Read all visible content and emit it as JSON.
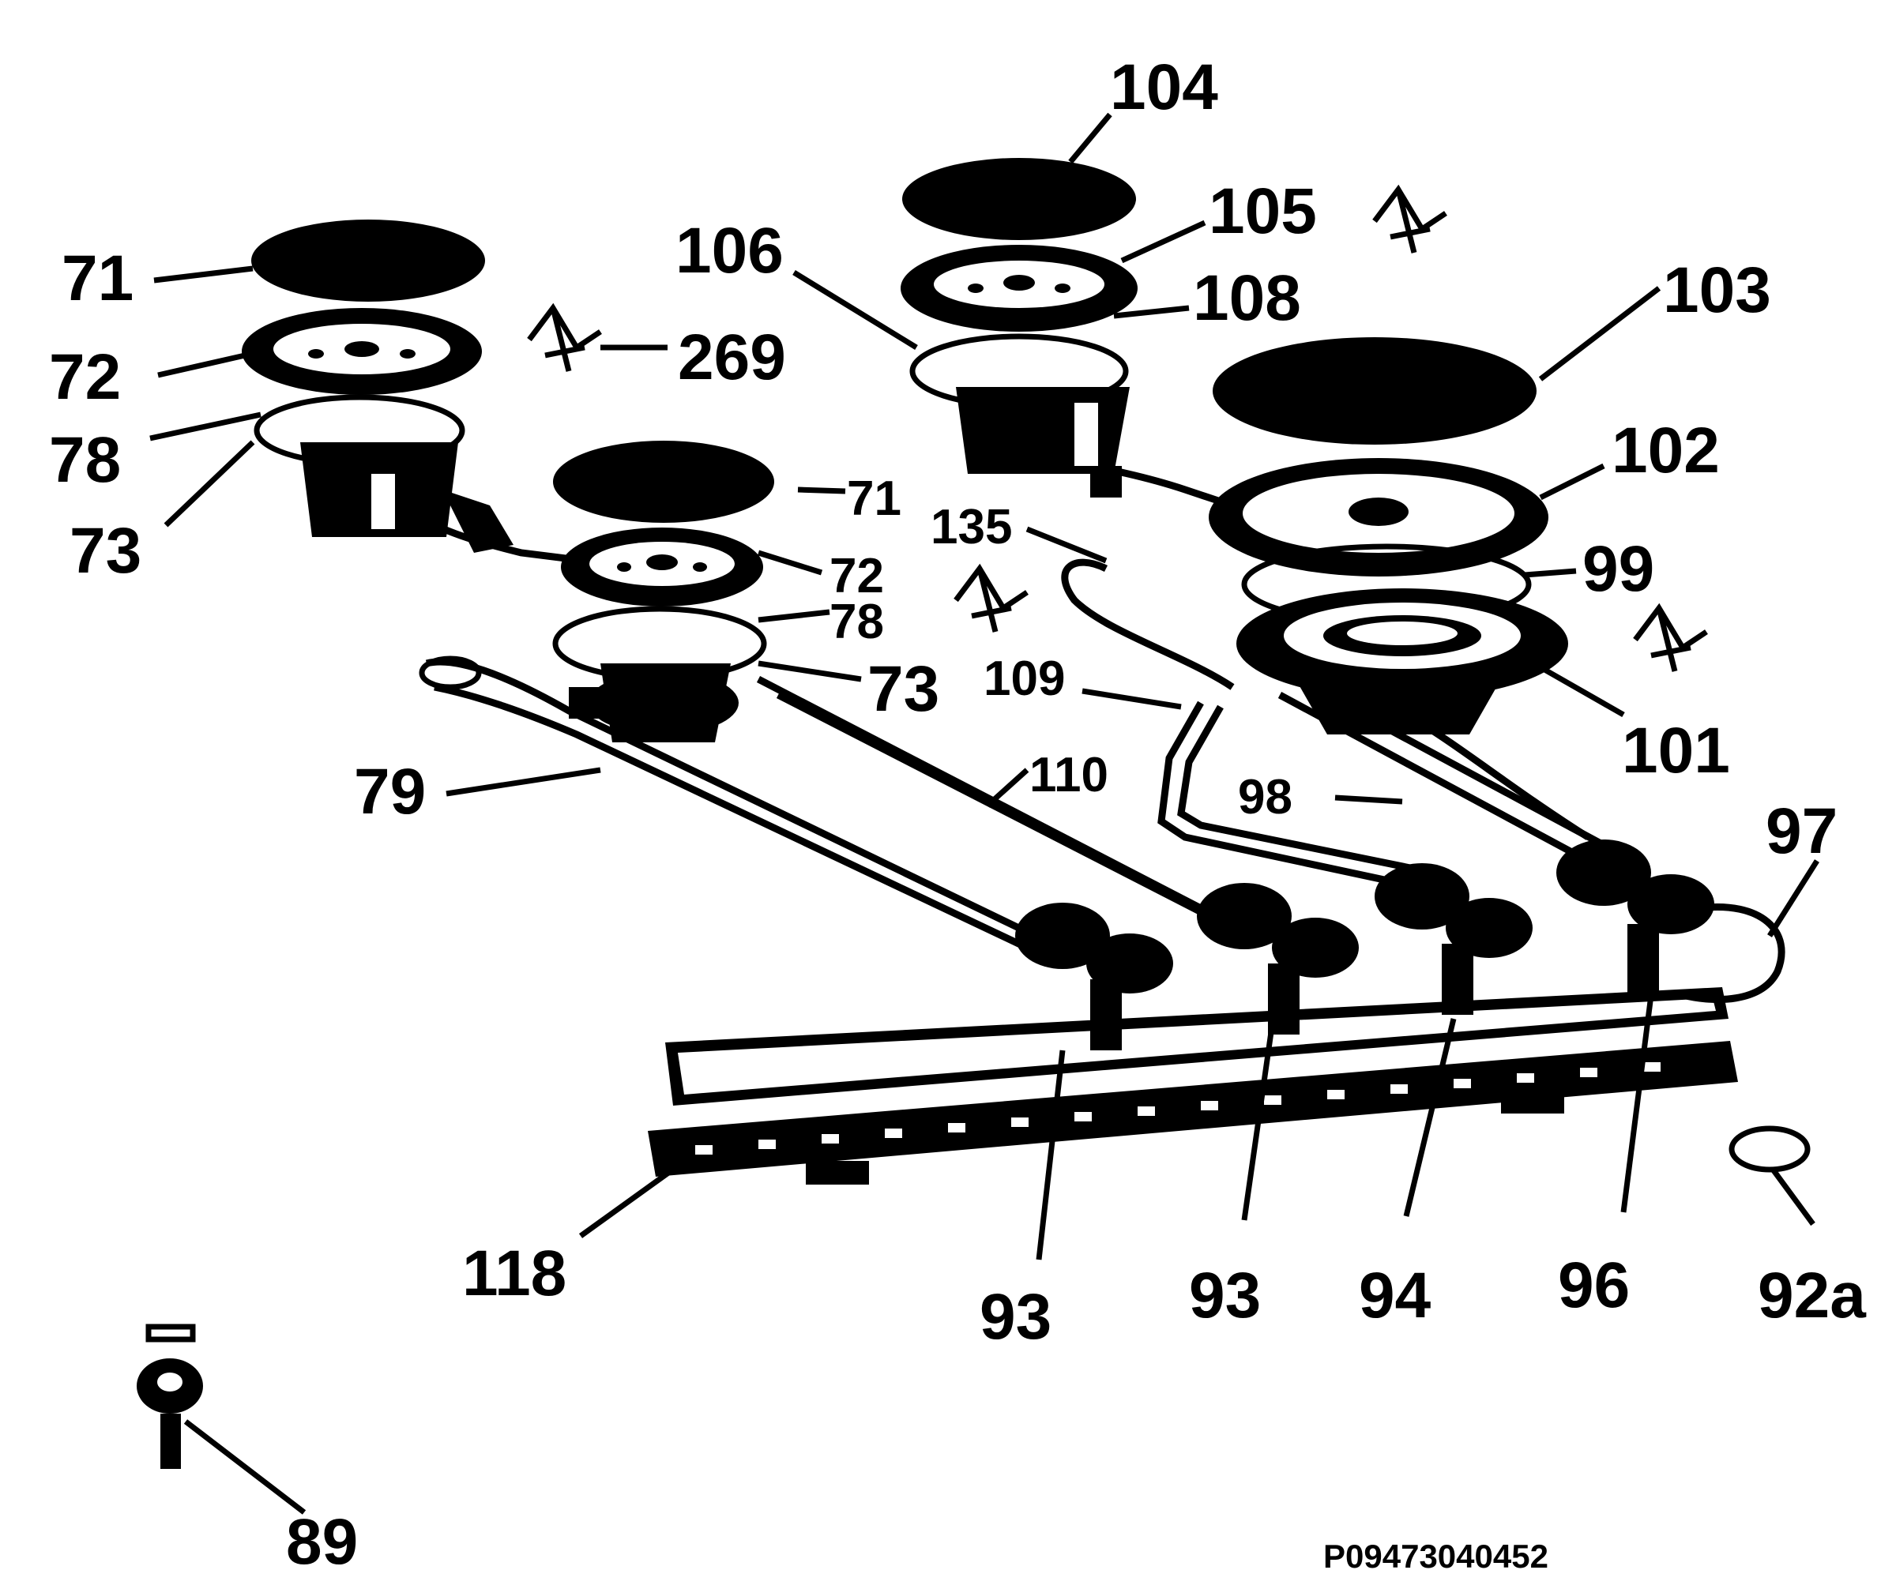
{
  "labels": {
    "l71a": "71",
    "l72a": "72",
    "l78a": "78",
    "l73a": "73",
    "l269": "269",
    "l71b": "71",
    "l72b": "72",
    "l78b": "78",
    "l73b": "73",
    "l79": "79",
    "l110": "110",
    "l104": "104",
    "l105": "105",
    "l106": "106",
    "l108": "108",
    "l103": "103",
    "l102": "102",
    "l135": "135",
    "l99": "99",
    "l109": "109",
    "l101": "101",
    "l98": "98",
    "l97": "97",
    "l118": "118",
    "l93a": "93",
    "l93b": "93",
    "l94": "94",
    "l96": "96",
    "l92a": "92a",
    "l89": "89"
  },
  "drawing_code": "P09473040452"
}
